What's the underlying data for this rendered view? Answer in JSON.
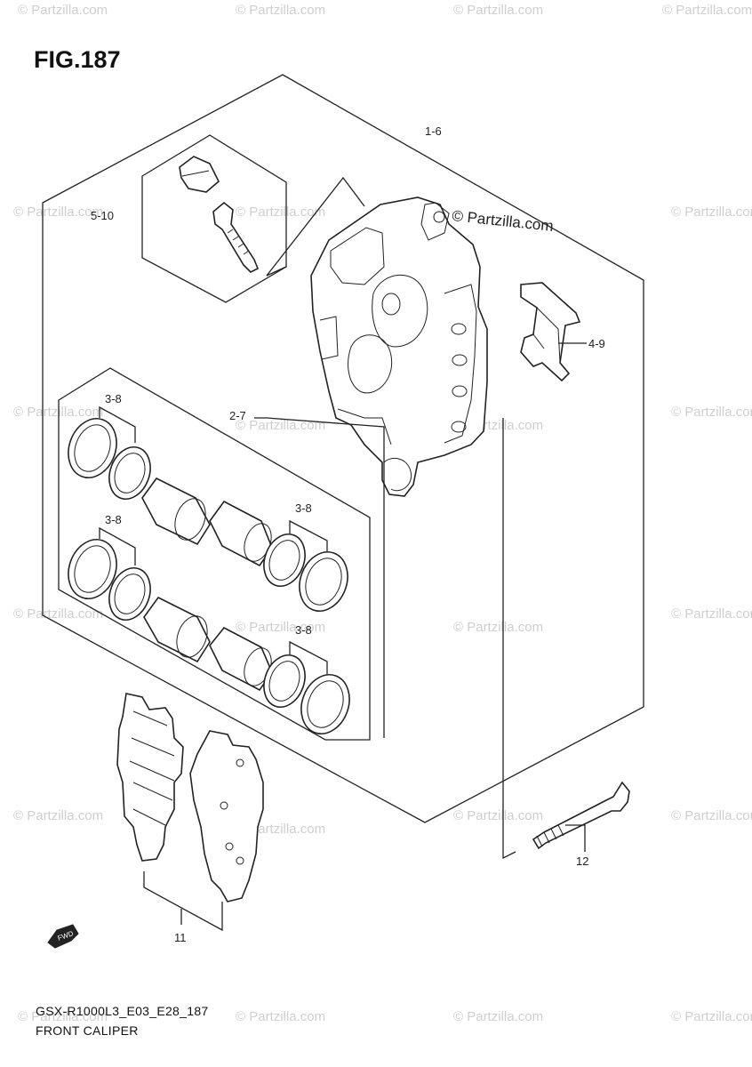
{
  "figure_title": "FIG.187",
  "footer": {
    "model_code": "GSX-R1000L3_E03_E28_187",
    "part_group_name": "FRONT CALIPER"
  },
  "watermark_text": "© Partzilla.com",
  "fwd_label": "FWD",
  "callouts": {
    "c1_6": "1-6",
    "c5_10": "5-10",
    "c4_9": "4-9",
    "c2_7": "2-7",
    "c3_8a": "3-8",
    "c3_8b": "3-8",
    "c3_8c": "3-8",
    "c3_8d": "3-8",
    "c12": "12",
    "c11": "11"
  },
  "colors": {
    "line": "#222222",
    "watermark": "#cfcfcf",
    "background": "#ffffff"
  }
}
